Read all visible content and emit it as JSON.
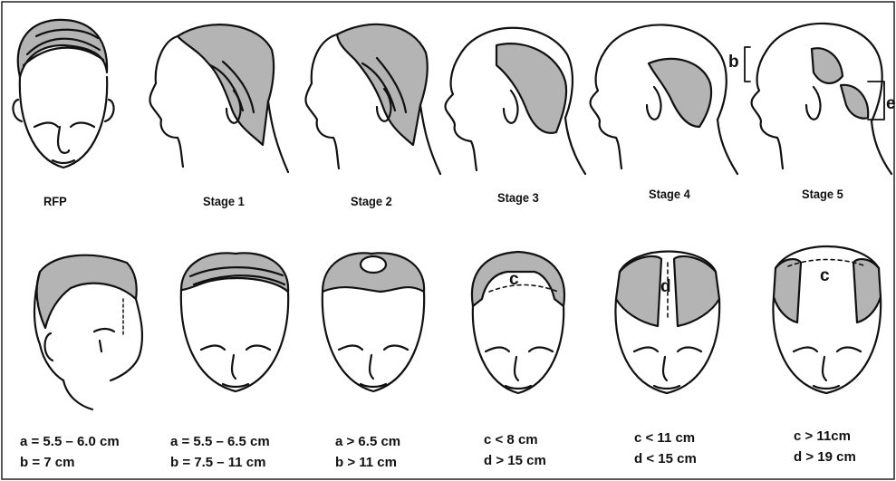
{
  "figure": {
    "colors": {
      "ink": "#111111",
      "hair_shade": "#b4b4b4",
      "skin": "#ffffff",
      "background": "#ffffff"
    },
    "top_row": [
      {
        "label": "RFP"
      },
      {
        "label": "Stage 1"
      },
      {
        "label": "Stage 2"
      },
      {
        "label": "Stage 3"
      },
      {
        "label": "Stage 4"
      },
      {
        "label": "Stage 5"
      }
    ],
    "bottom_row": [
      {
        "line1": "a = 5.5 – 6.0 cm",
        "line2": "b = 7 cm"
      },
      {
        "line1": "a = 5.5 – 6.5 cm",
        "line2": "b = 7.5 – 11 cm"
      },
      {
        "line1": "a > 6.5 cm",
        "line2": "b > 11 cm"
      },
      {
        "line1": "c < 8 cm",
        "line2": "d > 15 cm"
      },
      {
        "line1": "c < 11 cm",
        "line2": "d < 15 cm"
      },
      {
        "line1": "c > 11cm",
        "line2": "d > 19 cm"
      }
    ],
    "markers": {
      "b": "b",
      "e": "e",
      "c1": "c",
      "d": "d",
      "c2": "c"
    }
  }
}
